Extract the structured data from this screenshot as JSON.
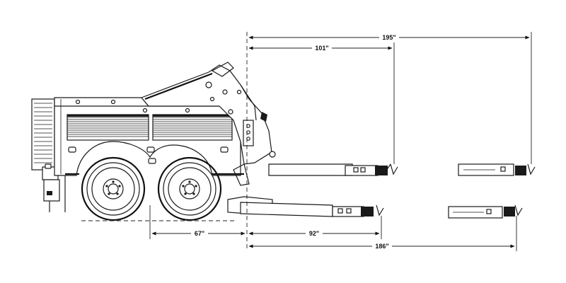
{
  "dimensions": {
    "top_outer": "195\"",
    "top_inner": "101\"",
    "bottom_left": "67\"",
    "bottom_mid": "92\"",
    "bottom_total": "186\""
  }
}
